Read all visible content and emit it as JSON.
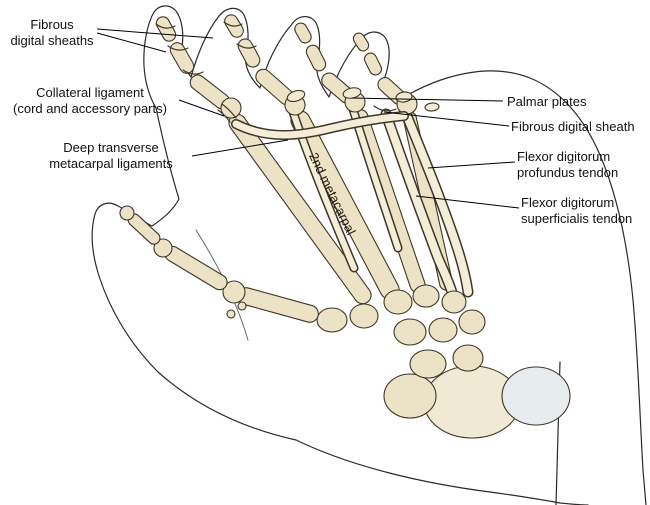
{
  "colors": {
    "bg": "#ffffff",
    "label_color": "#111111",
    "skin_line": "#2b2b2b",
    "bone_fill": "#ece2c6",
    "bone_highlight": "#f0e9d4",
    "blue_bone": "#e7ecef",
    "bone_stroke": "#3f3626",
    "tendon_fill": "#f3edda"
  },
  "labels": {
    "fibrous_digital_sheaths": "Fibrous\ndigital sheaths",
    "collateral_ligament": "Collateral ligament\n(cord and accessory parts)",
    "deep_transverse": "Deep transverse\nmetacarpal ligaments",
    "palmar_plates": "Palmar plates",
    "fibrous_digital_sheath": "Fibrous digital sheath",
    "flexor_profundus": "Flexor digitorum\nprofundus tendon",
    "flexor_superficialis": "Flexor digitorum\nsuperficialis tendon",
    "second_metacarpal": "2nd metacarpal"
  }
}
